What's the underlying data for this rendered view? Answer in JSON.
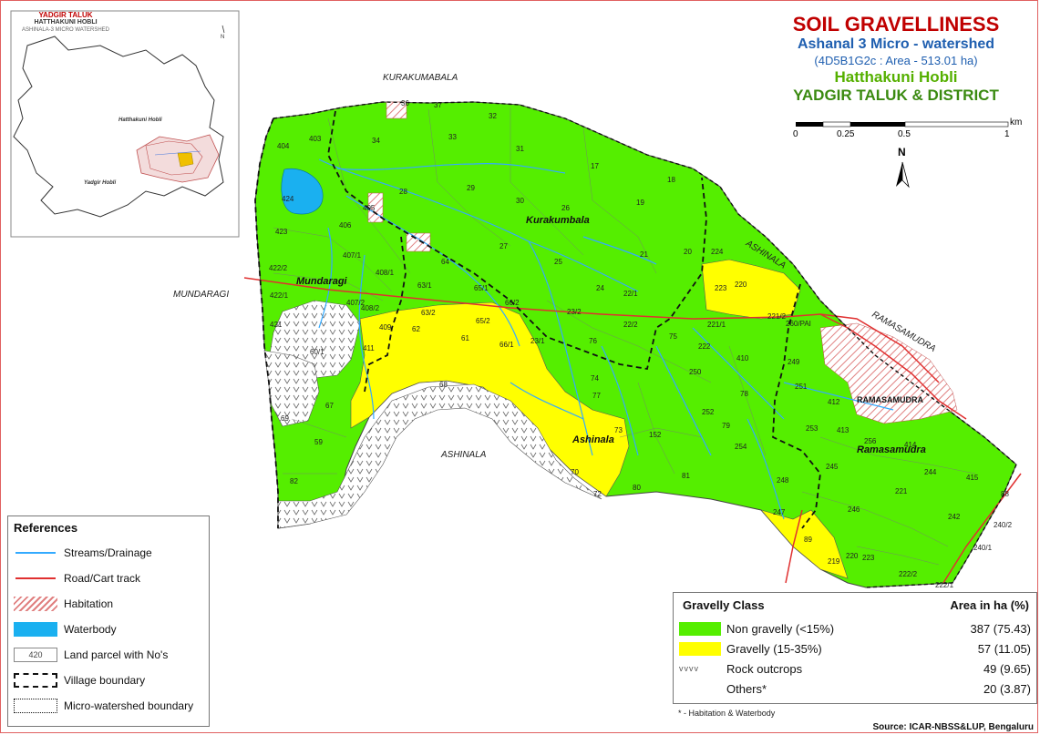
{
  "title": {
    "main": "SOIL GRAVELLINESS",
    "watershed": "Ashanal 3 Micro - watershed",
    "code_area": "(4D5B1G2c : Area - 513.01 ha)",
    "hobli": "Hatthakuni Hobli",
    "taluk": "YADGIR TALUK & DISTRICT"
  },
  "inset": {
    "title_1": "YADGIR TALUK",
    "title_2": "HATTHAKUNI HOBLI",
    "title_3": "ASHINALA-3 MICRO WATERSHED",
    "label_hatthakuni": "Hatthakuni Hobli",
    "label_yadgir": "Yadgir Hobli",
    "north": "N"
  },
  "scale_bar": {
    "ticks": [
      "0",
      "0.25",
      "0.5",
      "1"
    ],
    "unit": "km",
    "north": "N"
  },
  "outside_labels": {
    "kurakumabala": "KURAKUMABALA",
    "mundaragi": "MUNDARAGI",
    "ashinala_ne": "ASHINALA",
    "ramasamudra": "RAMASAMUDRA",
    "ashinala_s": "ASHINALA"
  },
  "village_labels": {
    "kurakumbala": "Kurakumbala",
    "mundaragi": "Mundaragi",
    "ashinala": "Ashinala",
    "ramasamudra": "Ramasamudra",
    "ramasamudra_caps": "RAMASAMUDRA"
  },
  "parcels": [
    "36",
    "37",
    "32",
    "34",
    "33",
    "31",
    "17",
    "18",
    "403",
    "404",
    "29",
    "30",
    "26",
    "19",
    "424",
    "28",
    "405",
    "27",
    "406",
    "423",
    "407/1",
    "408/1",
    "64",
    "25",
    "21",
    "20",
    "224",
    "422/2",
    "63/1",
    "65/1",
    "24",
    "22/1",
    "223",
    "220",
    "422/1",
    "407/2",
    "408/2",
    "63/2",
    "65/2",
    "66/2",
    "23/2",
    "22/2",
    "75",
    "221/1",
    "221/2",
    "260/PAI",
    "421",
    "409",
    "62",
    "61",
    "66/1",
    "23/1",
    "76",
    "222",
    "410",
    "411",
    "60/1",
    "68",
    "74",
    "250",
    "249",
    "251",
    "412",
    "67",
    "77",
    "78",
    "252",
    "253",
    "413",
    "69",
    "73",
    "152",
    "79",
    "254",
    "256",
    "414",
    "59",
    "70",
    "72",
    "80",
    "81",
    "248",
    "245",
    "244",
    "415",
    "82",
    "247",
    "246",
    "221",
    "242",
    "88",
    "89",
    "219",
    "220",
    "223",
    "222/2",
    "222/1",
    "240/2",
    "240/1"
  ],
  "references": {
    "heading": "References",
    "items": [
      {
        "label": "Streams/Drainage",
        "symbol": "stream-line"
      },
      {
        "label": "Road/Cart track",
        "symbol": "road-line"
      },
      {
        "label": "Habitation",
        "symbol": "hatch"
      },
      {
        "label": "Waterbody",
        "symbol": "water-fill"
      },
      {
        "label": "Land parcel with No's",
        "symbol": "parcel-box",
        "sample": "420"
      },
      {
        "label": "Village boundary",
        "symbol": "dashed-bold"
      },
      {
        "label": "Micro-watershed boundary",
        "symbol": "dotted-box"
      }
    ]
  },
  "gravelly_table": {
    "header_class": "Gravelly Class",
    "header_area": "Area in ha (%)",
    "rows": [
      {
        "label": "Non gravelly (<15%)",
        "area": "387 (75.43)",
        "color": "#55ee00"
      },
      {
        "label": "Gravelly (15-35%)",
        "area": "57 (11.05)",
        "color": "#ffff00"
      },
      {
        "label": "Rock outcrops",
        "area": "49 (9.65)",
        "color": "#ffffff"
      },
      {
        "label": "Others*",
        "area": "20 (3.87)",
        "color": "#ffffff"
      }
    ],
    "footnote": "* - Habitation & Waterbody",
    "source": "Source: ICAR-NBSS&LUP, Bengaluru"
  },
  "colors": {
    "non_gravelly": "#55ee00",
    "gravelly": "#ffff00",
    "stream": "#33aaff",
    "road": "#e03030",
    "water": "#1ab0f0",
    "habitation": "#e08080"
  }
}
